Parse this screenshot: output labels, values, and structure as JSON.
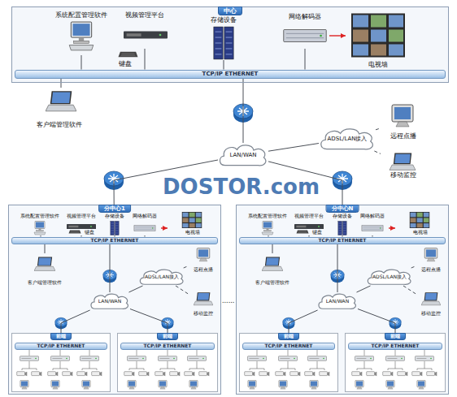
{
  "diagram": {
    "nodes": [
      {
        "text": [
          "中心"
        ]
      },
      {
        "text": [
          "系统配置管理软件"
        ],
        "in": 0
      },
      {
        "text": [
          "视频管理平台"
        ],
        "in": 0
      },
      {
        "text": [
          "存储设备"
        ],
        "in": 0
      },
      {
        "text": [
          "网络解码器"
        ],
        "in": 0
      },
      {
        "text": [
          "电视墙"
        ],
        "in": 0
      },
      {
        "text": [
          "TCP/IP ETHERNET"
        ],
        "in": 0
      },
      {
        "text": [
          "客户端管理软件"
        ]
      },
      {
        "text": [
          "LAN/WAN"
        ]
      },
      {
        "text": [
          "ADSL/LAN接入"
        ]
      },
      {
        "text": [
          "远程点播"
        ]
      },
      {
        "text": [
          "移动监控"
        ]
      },
      {
        "text": [
          "分中心1"
        ]
      },
      {
        "text": [
          "系统配置管理软件"
        ],
        "in": 12
      },
      {
        "text": [
          "视频管理平台"
        ],
        "in": 12
      },
      {
        "text": [
          "存储设备"
        ],
        "in": 12
      },
      {
        "text": [
          "网络解码器"
        ],
        "in": 12
      },
      {
        "text": [
          "电视墙"
        ],
        "in": 12
      },
      {
        "text": [
          "TCP/IP ETHERNET"
        ],
        "in": 12
      },
      {
        "text": [
          "客户端管理软件"
        ],
        "in": 12
      },
      {
        "text": [
          "LAN/WAN"
        ],
        "in": 12
      },
      {
        "text": [
          "ADSL/LAN接入"
        ],
        "in": 12
      },
      {
        "text": [
          "远程点播"
        ],
        "in": 12
      },
      {
        "text": [
          "移动监控"
        ],
        "in": 12
      },
      {
        "text": [
          "前端"
        ],
        "in": 12
      },
      {
        "text": [
          "TCP/IP ETHERNET"
        ],
        "in": 24
      },
      {
        "text": [
          "前端"
        ],
        "in": 12
      },
      {
        "text": [
          "TCP/IP ETHERNET"
        ],
        "in": 26
      },
      {
        "text": [
          "分中心N"
        ]
      },
      {
        "text": [
          "系统配置管理软件"
        ],
        "in": 28
      },
      {
        "text": [
          "视频管理平台"
        ],
        "in": 28
      },
      {
        "text": [
          "存储设备"
        ],
        "in": 28
      },
      {
        "text": [
          "网络解码器"
        ],
        "in": 28
      },
      {
        "text": [
          "电视墙"
        ],
        "in": 28
      },
      {
        "text": [
          "TCP/IP ETHERNET"
        ],
        "in": 28
      },
      {
        "text": [
          "客户端管理软件"
        ],
        "in": 28
      },
      {
        "text": [
          "LAN/WAN"
        ],
        "in": 28
      },
      {
        "text": [
          "ADSL/LAN接入"
        ],
        "in": 28
      },
      {
        "text": [
          "远程点播"
        ],
        "in": 28
      },
      {
        "text": [
          "移动监控"
        ],
        "in": 28
      },
      {
        "text": [
          "前端"
        ],
        "in": 28
      },
      {
        "text": [
          "TCP/IP ETHERNET"
        ],
        "in": 40
      },
      {
        "text": [
          "前端"
        ],
        "in": 28
      },
      {
        "text": [
          "TCP/IP ETHERNET"
        ],
        "in": 42
      }
    ],
    "edges": [
      {
        "from": 1,
        "to": 6,
        "arrow": "none"
      },
      {
        "from": 2,
        "to": 6,
        "arrow": "none"
      },
      {
        "from": 3,
        "to": 6,
        "arrow": "none"
      },
      {
        "from": 4,
        "to": 6,
        "arrow": "none"
      },
      {
        "from": 4,
        "to": 5,
        "arrow": "to"
      },
      {
        "from": 7,
        "to": 6,
        "arrow": "none"
      },
      {
        "from": 6,
        "to": 8,
        "arrow": "none"
      },
      {
        "from": 8,
        "to": 9,
        "arrow": "none"
      },
      {
        "from": 9,
        "to": 10,
        "arrow": "none"
      },
      {
        "from": 9,
        "to": 11,
        "arrow": "none"
      },
      {
        "from": 8,
        "to": 12,
        "arrow": "none"
      },
      {
        "from": 8,
        "to": 28,
        "arrow": "none"
      },
      {
        "from": 13,
        "to": 18,
        "arrow": "none"
      },
      {
        "from": 14,
        "to": 18,
        "arrow": "none"
      },
      {
        "from": 15,
        "to": 18,
        "arrow": "none"
      },
      {
        "from": 16,
        "to": 18,
        "arrow": "none"
      },
      {
        "from": 16,
        "to": 17,
        "arrow": "to"
      },
      {
        "from": 19,
        "to": 18,
        "arrow": "none"
      },
      {
        "from": 18,
        "to": 20,
        "arrow": "none"
      },
      {
        "from": 20,
        "to": 21,
        "arrow": "none"
      },
      {
        "from": 21,
        "to": 22,
        "arrow": "none"
      },
      {
        "from": 21,
        "to": 23,
        "arrow": "none"
      },
      {
        "from": 20,
        "to": 24,
        "arrow": "none"
      },
      {
        "from": 20,
        "to": 26,
        "arrow": "none"
      },
      {
        "from": 29,
        "to": 34,
        "arrow": "none"
      },
      {
        "from": 30,
        "to": 34,
        "arrow": "none"
      },
      {
        "from": 31,
        "to": 34,
        "arrow": "none"
      },
      {
        "from": 32,
        "to": 34,
        "arrow": "none"
      },
      {
        "from": 32,
        "to": 33,
        "arrow": "to"
      },
      {
        "from": 35,
        "to": 34,
        "arrow": "none"
      },
      {
        "from": 34,
        "to": 36,
        "arrow": "none"
      },
      {
        "from": 36,
        "to": 37,
        "arrow": "none"
      },
      {
        "from": 37,
        "to": 38,
        "arrow": "none"
      },
      {
        "from": 37,
        "to": 39,
        "arrow": "none"
      },
      {
        "from": 36,
        "to": 40,
        "arrow": "none"
      },
      {
        "from": 36,
        "to": 42,
        "arrow": "none"
      }
    ],
    "labels": [
      "键盘",
      "DOSTOR.com",
      "键盘",
      "......",
      "键盘"
    ]
  }
}
